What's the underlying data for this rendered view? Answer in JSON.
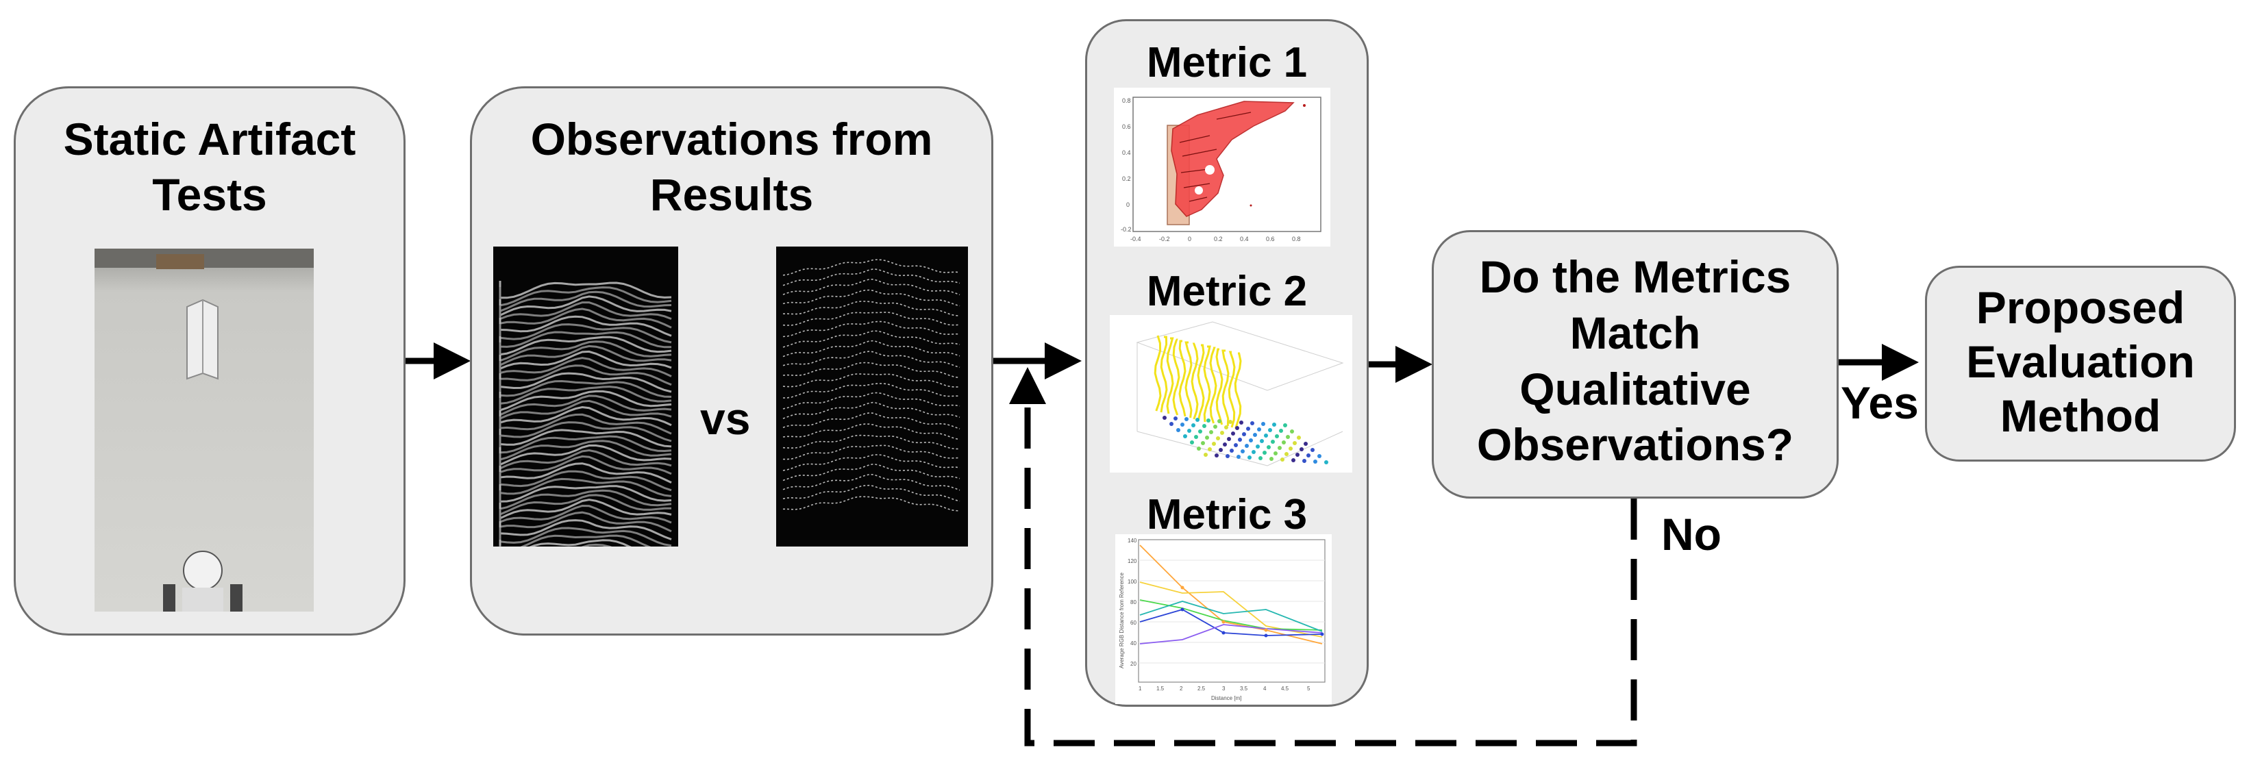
{
  "static_artifact": {
    "title": "Static Artifact Tests"
  },
  "observations": {
    "title": "Observations from Results",
    "vs_label": "vs"
  },
  "metrics": {
    "metric1": {
      "title": "Metric 1"
    },
    "metric2": {
      "title": "Metric 2"
    },
    "metric3": {
      "title": "Metric 3"
    }
  },
  "decision": {
    "question": "Do the Metrics Match Qualitative Observations?"
  },
  "proposed": {
    "title": "Proposed Evaluation Method"
  },
  "edges": {
    "yes_label": "Yes",
    "no_label": "No"
  },
  "colors": {
    "box_fill": "#ececec",
    "box_border": "#6e6e6e",
    "arrow": "#000000"
  }
}
